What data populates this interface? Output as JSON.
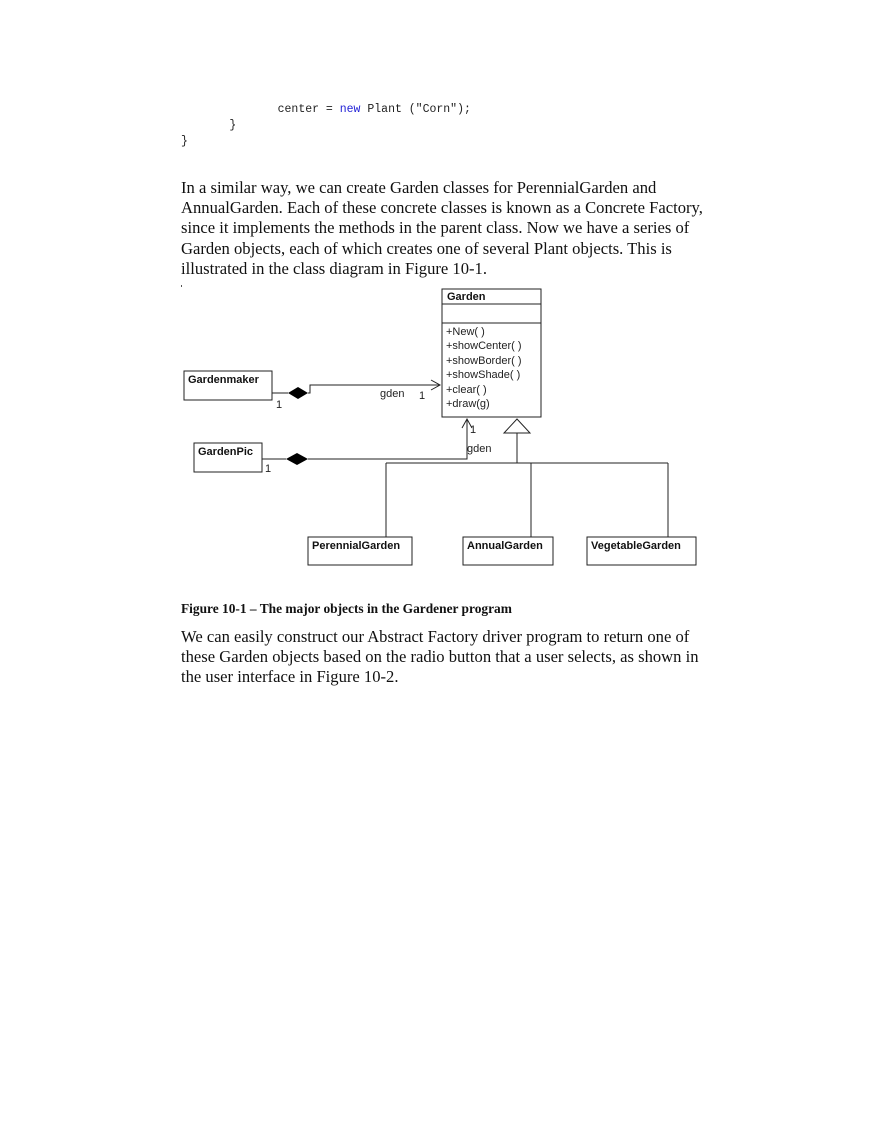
{
  "code_snippet": {
    "line1_prefix": "center = ",
    "line1_keyword": "new",
    "line1_suffix": " Plant (\"Corn\");",
    "line2": "}",
    "line3": "}"
  },
  "paragraph1": "In a similar way, we can create Garden classes for PerennialGarden and AnnualGarden. Each of these concrete classes is known as a Concrete Factory, since it implements the methods in the parent class. Now we have a series of Garden objects, each of which creates one of several Plant objects. This is illustrated in the class diagram in Figure 10-1.",
  "diagram": {
    "garden_class": {
      "name": "Garden",
      "operations": [
        "+New( )",
        "+showCenter( )",
        "+showBorder( )",
        "+showShade( )",
        "+clear( )",
        "+draw(g)"
      ]
    },
    "gardenmaker": {
      "name": "Gardenmaker",
      "multiplicity": "1"
    },
    "gardenpic": {
      "name": "GardenPic",
      "multiplicity": "1"
    },
    "assoc_gardenmaker": {
      "role": "gden",
      "multiplicity": "1"
    },
    "assoc_gardenpic": {
      "role": "gden",
      "multiplicity": "1"
    },
    "subclasses": [
      "PerennialGarden",
      "AnnualGarden",
      "VegetableGarden"
    ]
  },
  "caption": "Figure 10-1 – The major objects in the Gardener program",
  "paragraph2": "We can easily construct our Abstract Factory driver program to return one of these Garden objects based on the radio button that a user selects, as shown in the user interface in Figure 10-2."
}
